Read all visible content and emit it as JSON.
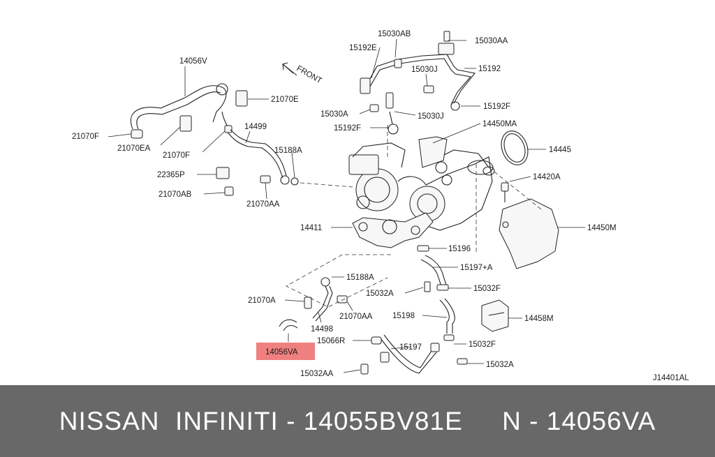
{
  "diagram": {
    "code": "J14401AL",
    "front_label": "FRONT",
    "highlight_color": "#f08080",
    "part_numbers": {
      "p14056V": "14056V",
      "p21070E": "21070E",
      "p21070F_a": "21070F",
      "p21070EA": "21070EA",
      "p21070F_b": "21070F",
      "p14499": "14499",
      "p15188A_a": "15188A",
      "p22365P": "22365P",
      "p21070AB": "21070AB",
      "p21070AA_a": "21070AA",
      "p15030AB": "15030AB",
      "p15192E": "15192E",
      "p15030AA": "15030AA",
      "p15030J_a": "15030J",
      "p15192": "15192",
      "p15192F_a": "15192F",
      "p15030A": "15030A",
      "p15030J_b": "15030J",
      "p15192F_b": "15192F",
      "p14450MA": "14450MA",
      "p14445": "14445",
      "p14420A": "14420A",
      "p14450M": "14450M",
      "p14411": "14411",
      "p15196": "15196",
      "p15197A": "15197+A",
      "p15188A_b": "15188A",
      "p15032A": "15032A",
      "p15032F_a": "15032F",
      "p21070A": "21070A",
      "p21070AA_b": "21070AA",
      "p15198": "15198",
      "p14458M": "14458M",
      "p14498": "14498",
      "p15066R": "15066R",
      "p15197": "15197",
      "p15032F_b": "15032F",
      "p14056VA": "14056VA",
      "p15032A_b": "15032A",
      "p15032AA": "15032AA"
    }
  },
  "footer": {
    "text": "NISSAN  INFINITI - 14055BV81E     N - 14056VA"
  }
}
